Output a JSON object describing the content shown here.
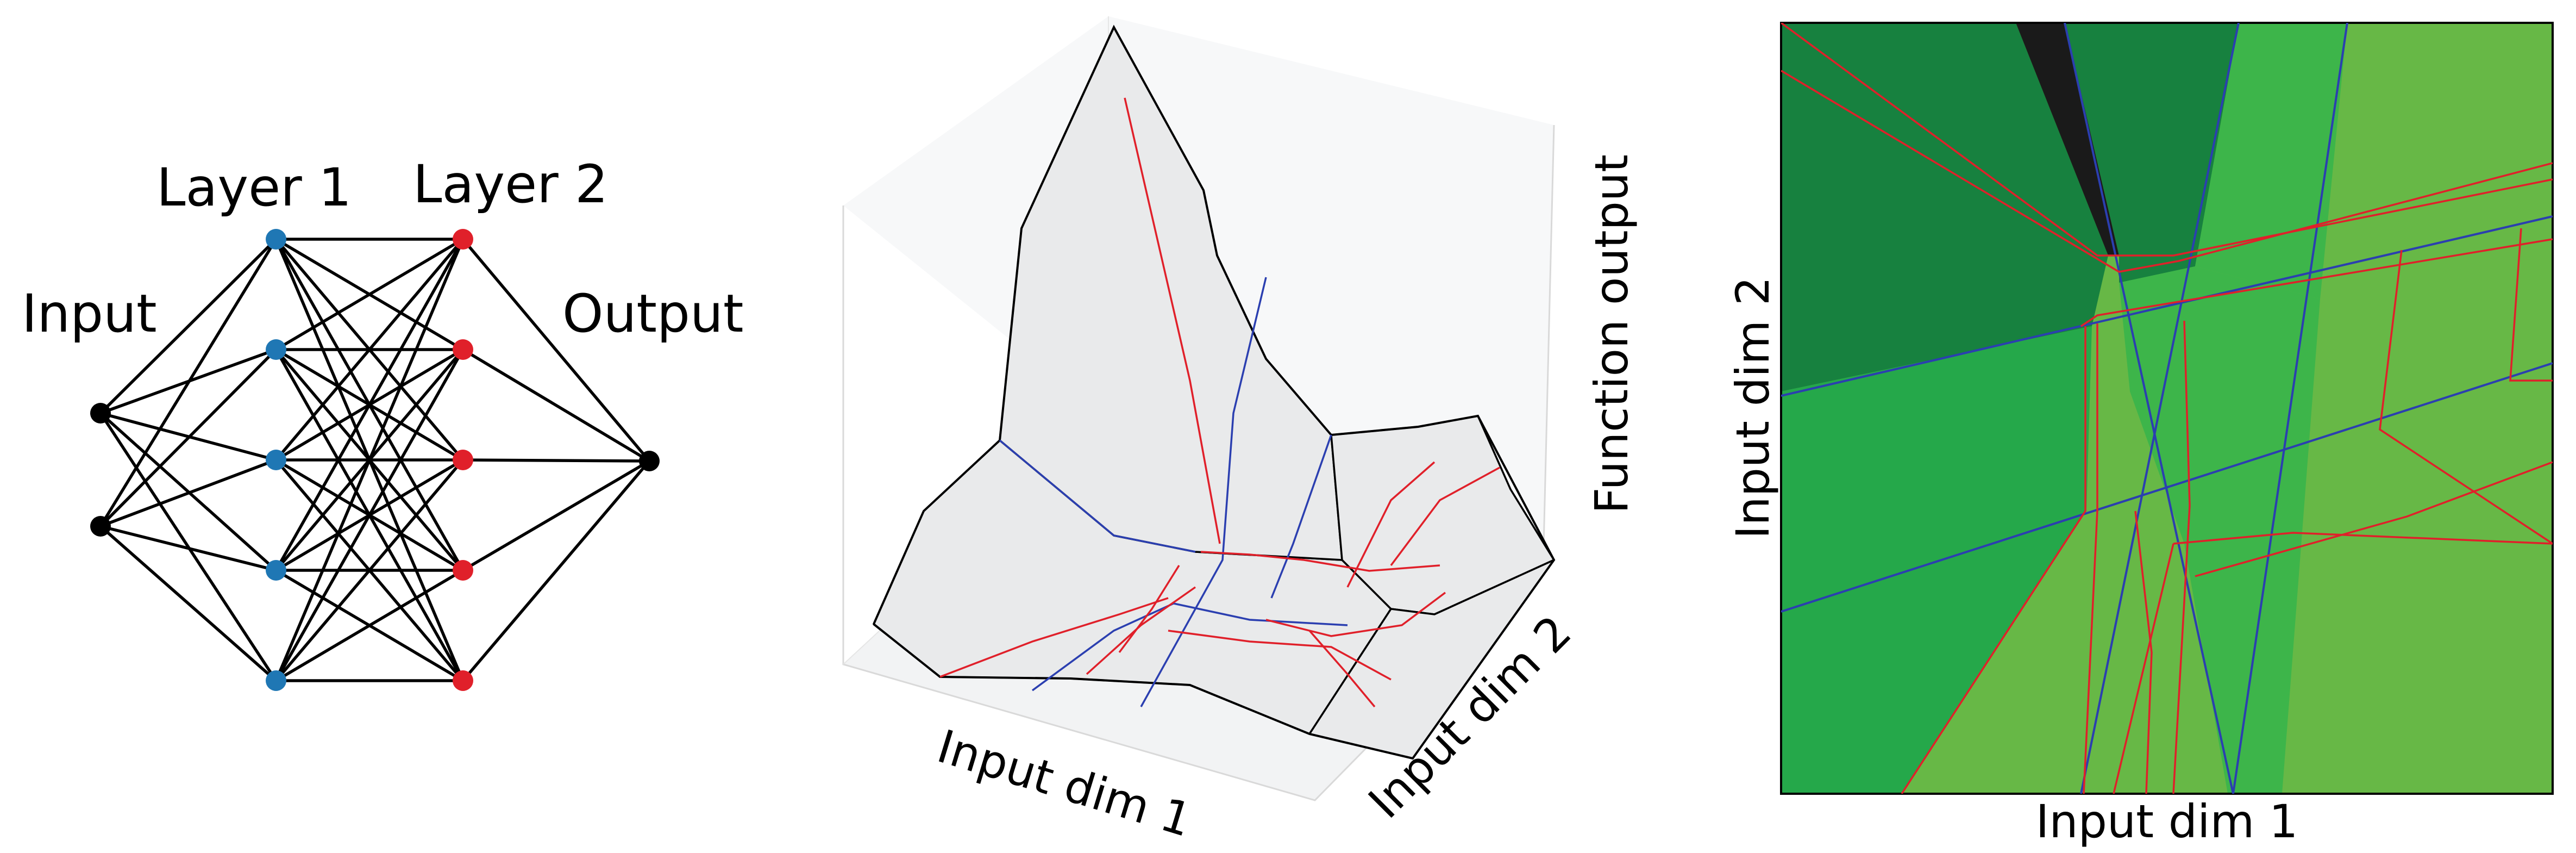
{
  "network": {
    "labels": {
      "input": "Input",
      "layer1": "Layer 1",
      "layer2": "Layer 2",
      "output": "Output"
    },
    "colors": {
      "input_node": "#000000",
      "layer1_node": "#1f77b4",
      "layer2_node": "#e0202a",
      "output_node": "#000000",
      "edge": "#000000"
    },
    "node_counts": {
      "input": 2,
      "layer1": 5,
      "layer2": 5,
      "output": 1
    }
  },
  "surface_plot": {
    "xlabel": "Input dim 1",
    "ylabel": "Input dim 2",
    "zlabel": "Function output",
    "colors": {
      "surface": "#ececec",
      "layer1_folds": "#2b3fb0",
      "layer2_folds": "#e0202a"
    }
  },
  "region_map": {
    "xlabel": "Input dim 1",
    "ylabel": "Input dim 2",
    "colors": {
      "dark_green": "#17813f",
      "mid_green": "#25a84a",
      "light_green": "#3db54a",
      "olive_green": "#67b846",
      "black_region": "#1a1a1a",
      "layer1_boundaries": "#2b3fb0",
      "layer2_boundaries": "#e0202a"
    }
  }
}
